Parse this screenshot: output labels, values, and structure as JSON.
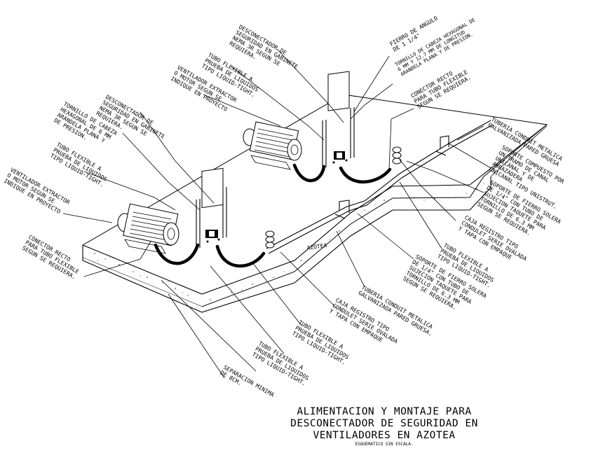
{
  "title": {
    "line1": "ALIMENTACION Y MONTAJE PARA",
    "line2": "DESCONECTADOR DE SEGURIDAD EN",
    "line3": "VENTILADORES EN AZOTEA",
    "subtitle": "ESQUEMATICO SIN ESCALA."
  },
  "roof_label": "AZOTEA",
  "labels": {
    "ventilador_left": [
      "VENTILADOR EXTRACTOR",
      "O MOTOR SEGUN SE",
      "INDIQUE EN PROYECTO"
    ],
    "tubo_flex_left": [
      "TUBO FLEXIBLE A",
      "PRUEBA DE LIQUIDOS",
      "TIPO LIQUID-TIGHT."
    ],
    "tornillo_left": [
      "TORNILLO DE CABEZA",
      "HEXAGONAL DE 6 MM",
      "ARANDELA PLANA Y",
      "DE PRESION."
    ],
    "desconectador_left": [
      "DESCONECTADOR DE",
      "SEGURIDAD EN GABINETE",
      "NEMA 3R SEGUN SE",
      "REQUIERA."
    ],
    "ventilador_right": [
      "VENTILADOR EXTRACTOR",
      "O MOTOR SEGUN SE",
      "INDIQUE EN PROYECTO"
    ],
    "tubo_flex_top": [
      "TUBO FLEXIBLE A",
      "PRUEBA DE LIQUIDOS",
      "TIPO LIQUID-TIGHT."
    ],
    "desconectador_top": [
      "DESCONECTADOR DE",
      "SEGURIDAD EN GABINETE",
      "NEMA 3R SEGUN SE",
      "REQUIERA."
    ],
    "fierro_angulo": [
      "FIERRO DE ANGULO",
      "DE 1 1/4\""
    ],
    "tornillo_top": [
      "TORNILLO DE CABEZA HEXAGONAL DE",
      "6 MM Y 12.7 MM DE LONGITUD",
      "ARANDELA PLANA Y DE PRESION."
    ],
    "conector_top": [
      "CONECTOR RECTO",
      "PARA TUBO FLEXIBLE",
      "SEGUN SE REQUIERA."
    ],
    "tuberia_top": [
      "TUBERIA CONDUIT METALICA",
      "GALVANIZADA PARED GRUESA"
    ],
    "soporte_compuesto": [
      "SOPORTE COMPUESTO POR",
      "UN TRAMO DE CANAL",
      "UNICANAL Y DE",
      "ABRAZADERA",
      "UNICANAL TIPO UNISTRUT."
    ],
    "soporte_fierro_right": [
      "SOPORTE DE FIERRO SOLERA",
      "DE 1/4\" CON TUBO DE",
      "SUJECION TAQUETE PARA",
      "TORNILLO DE 6.3 MM",
      "SEGUN SE REQUIERA."
    ],
    "caja_registro_right": [
      "CAJA REGISTRO TIPO",
      "CONDULET SERIE OVALADA",
      "Y TAPA CON EMPAQUE"
    ],
    "tubo_flex_right": [
      "TUBO FLEXIBLE A",
      "PRUEBA DE LIQUIDOS",
      "TIPO LIQUID-TIGHT."
    ],
    "soporte_fierro_mid": [
      "SOPORTE DE FIERRO SOLERA",
      "DE 1/4\" CON TUBO DE",
      "SUJECION TAQUETE PARA",
      "TORNILLO DE 6.3 MM",
      "SEGUN SE REQUIERA."
    ],
    "tuberia_mid": [
      "TUBERIA CONDUIT METALICA",
      "GALVANIZADA PARED GRUESA."
    ],
    "caja_registro_mid": [
      "CAJA REGISTRO TIPO",
      "CONDULET SERIE OVALADA",
      "Y TAPA CON EMPAQUE"
    ],
    "tubo_flex_bottom1": [
      "TUBO FLEXIBLE A",
      "PRUEBA DE LIQUIDOS",
      "TIPO LIQUID-TIGHT."
    ],
    "tubo_flex_bottom2": [
      "TUBO FLEXIBLE A",
      "PRUEBA DE LIQUIDOS",
      "TIPO LIQUID-TIGHT."
    ],
    "separacion": [
      "SEPARACION MINIMA",
      "DE 8CM."
    ],
    "conector_left": [
      "CONECTOR RECTO",
      "PARA TUBO FLEXIBLE",
      "SEGUN SE REQUIERA."
    ]
  }
}
